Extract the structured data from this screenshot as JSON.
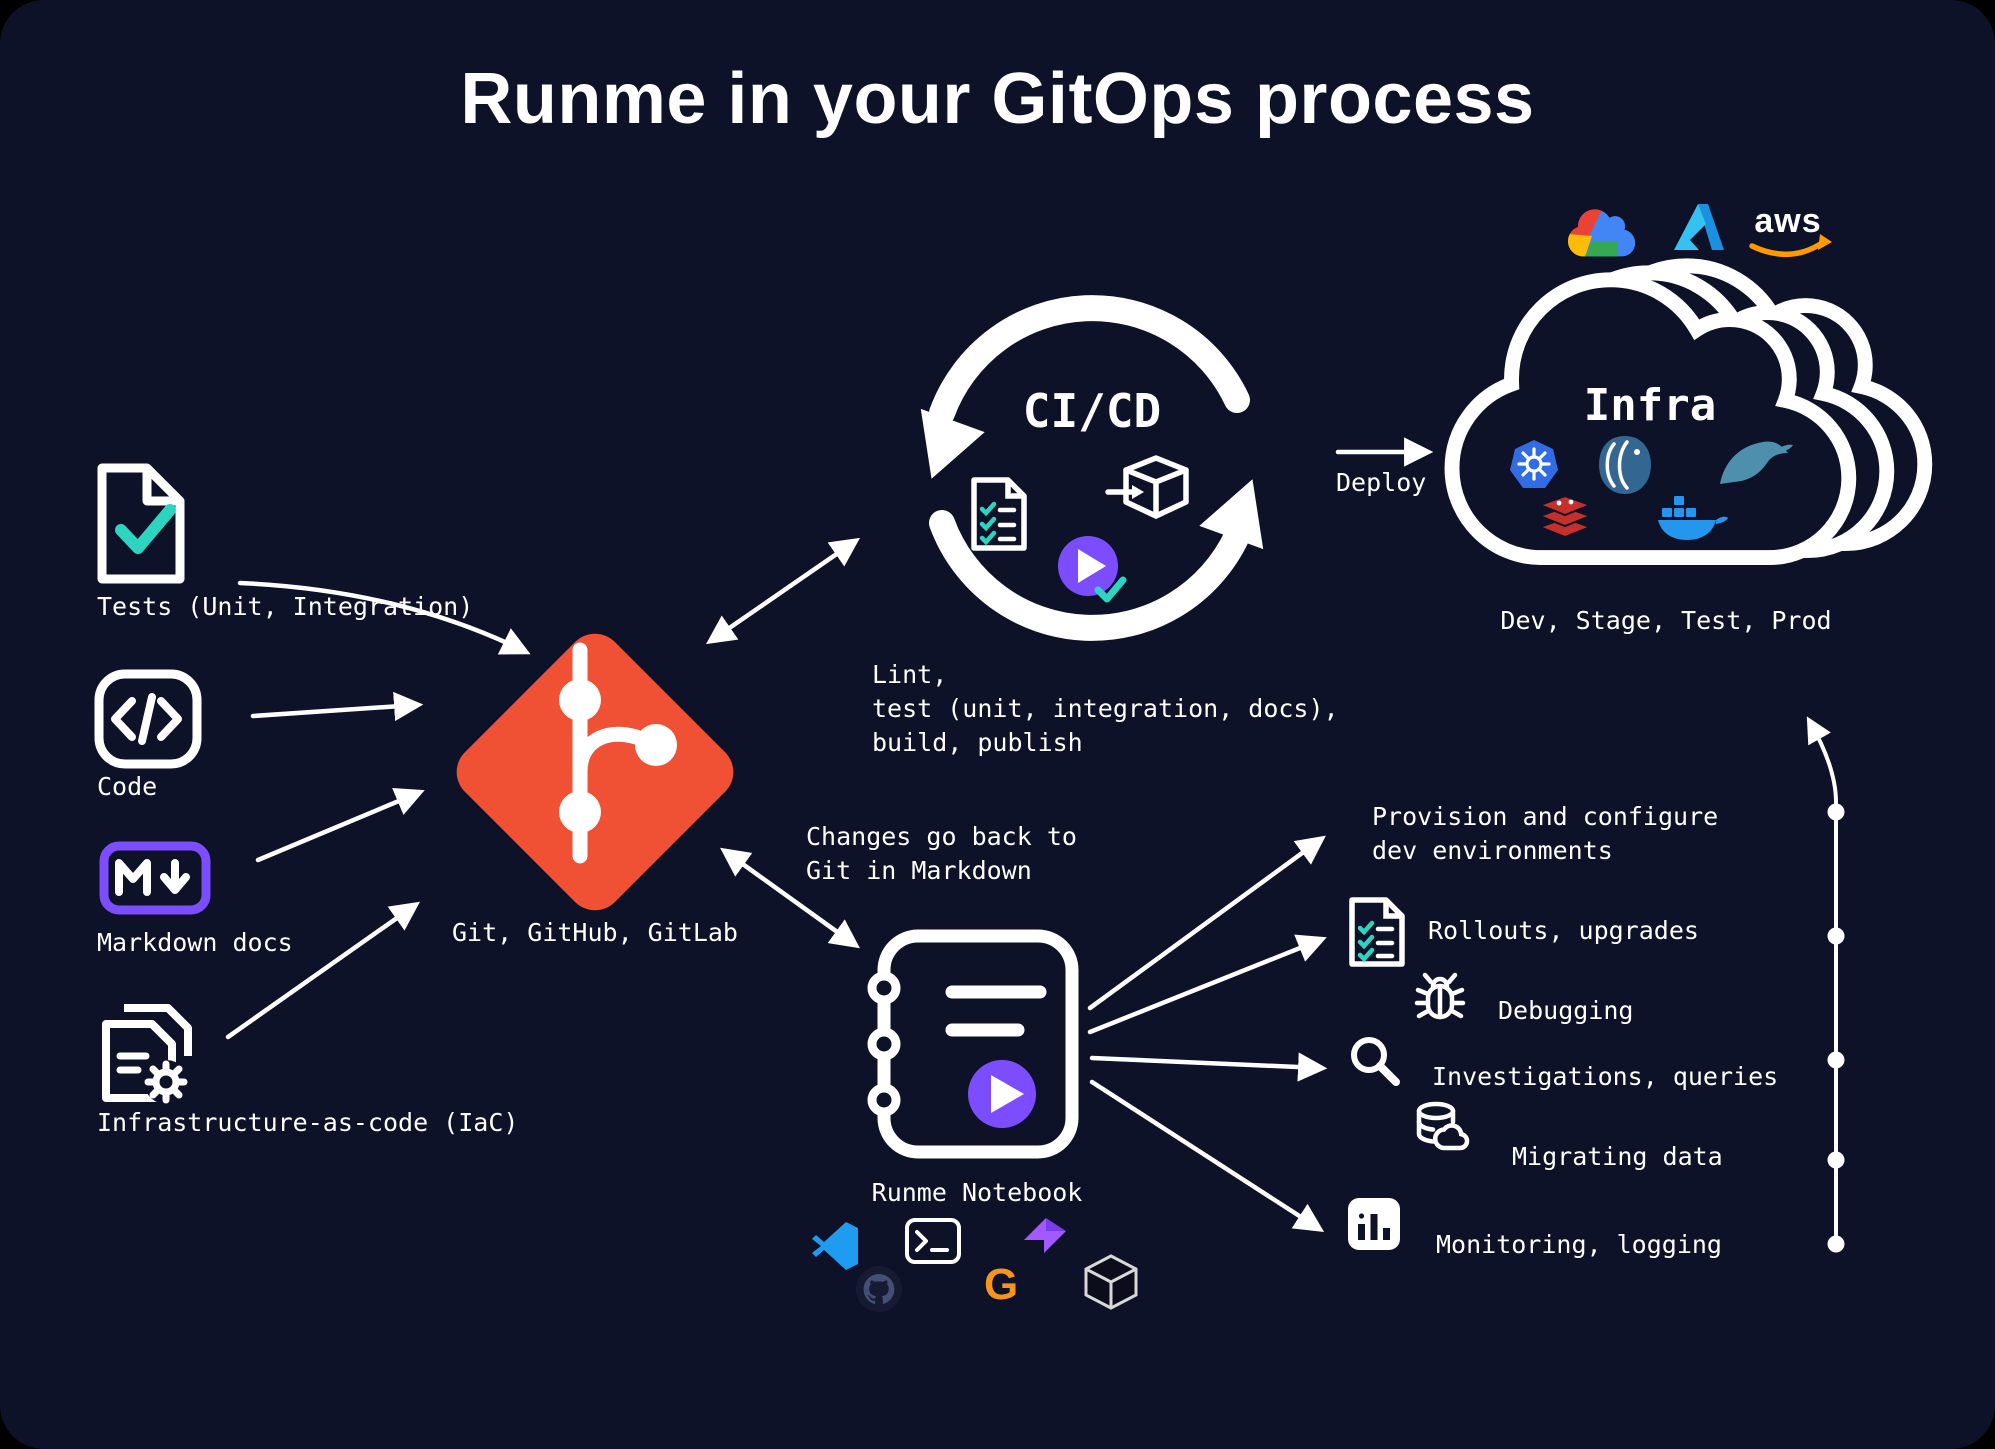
{
  "title": "Runme in your GitOps process",
  "colors": {
    "background": "#0D1228",
    "git_orange": "#F05033",
    "purple": "#7C4DFF",
    "teal": "#2DD4BF",
    "white": "#FFFFFF",
    "aws_orange": "#FF9900"
  },
  "inputs": [
    {
      "id": "tests",
      "label": "Tests (Unit, Integration)",
      "icon": "test-document-icon"
    },
    {
      "id": "code",
      "label": "Code",
      "icon": "code-icon"
    },
    {
      "id": "markdown",
      "label": "Markdown docs",
      "icon": "markdown-icon"
    },
    {
      "id": "iac",
      "label": "Infrastructure-as-code (IaC)",
      "icon": "iac-gear-icon"
    }
  ],
  "git": {
    "caption": "Git, GitHub, GitLab"
  },
  "cicd": {
    "title": "CI/CD",
    "tasks": "Lint,\ntest (unit, integration, docs),\nbuild, publish"
  },
  "deploy": {
    "label": "Deploy"
  },
  "infra": {
    "title": "Infra",
    "caption": "Dev, Stage, Test, Prod",
    "providers": [
      "google-cloud",
      "azure",
      "aws"
    ],
    "aws_label": "aws",
    "stack": [
      "kubernetes",
      "postgresql",
      "redis",
      "docker",
      "mysql"
    ]
  },
  "notebook": {
    "caption": "Runme Notebook",
    "back_note": "Changes go back to\nGit in Markdown",
    "g_label": "G",
    "tools": [
      "vscode",
      "github",
      "terminal",
      "purple-logo",
      "g-logo",
      "cube"
    ]
  },
  "operations": [
    {
      "label": "Provision and configure\ndev environments",
      "icon": null
    },
    {
      "label": "Rollouts, upgrades",
      "icon": "checklist-icon"
    },
    {
      "label": "Debugging",
      "icon": "bug-icon"
    },
    {
      "label": "Investigations, queries",
      "icon": "search-icon"
    },
    {
      "label": "Migrating data",
      "icon": "database-migrate-icon"
    },
    {
      "label": "Monitoring, logging",
      "icon": "bar-chart-icon"
    }
  ]
}
